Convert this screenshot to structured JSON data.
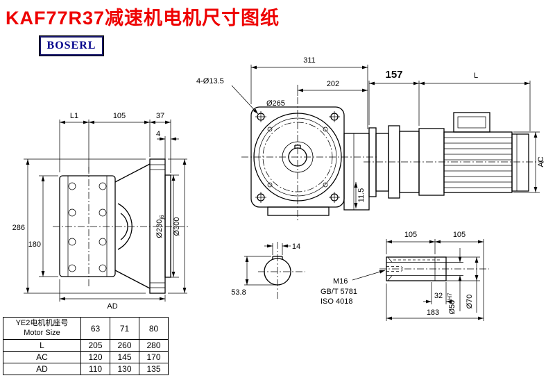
{
  "page": {
    "title": "KAF77R37减速机电机尺寸图纸",
    "logo_text": "BOSERL"
  },
  "side_view": {
    "dim_l1": "L1",
    "dim_105": "105",
    "dim_37": "37",
    "dim_4": "4",
    "dim_286": "286",
    "dim_180": "180",
    "dim_ad": "AD",
    "dim_d230": "Ø230",
    "dim_d230_tol": "j6",
    "dim_d300": "Ø300"
  },
  "front_view": {
    "dim_311": "311",
    "dim_202": "202",
    "dim_holes": "4-Ø13.5",
    "dim_d265": "Ø265",
    "dim_11_5": "11.5"
  },
  "motor_view": {
    "dim_157": "157",
    "dim_l": "L",
    "dim_ac": "AC"
  },
  "shaft_section": {
    "dim_14": "14",
    "dim_53_8": "53.8"
  },
  "shaft_detail": {
    "dim_105a": "105",
    "dim_105b": "105",
    "dim_32": "32",
    "dim_183": "183",
    "dim_d50": "Ø50",
    "dim_d50_tol": "H7",
    "dim_d70": "Ø70",
    "label_m16": "M16",
    "label_gbt": "GB/T 5781",
    "label_iso": "ISO 4018"
  },
  "table": {
    "header_cn": "YE2电机机座号",
    "header_en": "Motor Size",
    "sizes": [
      "63",
      "71",
      "80"
    ],
    "rows": [
      {
        "label": "L",
        "values": [
          "205",
          "260",
          "280"
        ]
      },
      {
        "label": "AC",
        "values": [
          "120",
          "145",
          "170"
        ]
      },
      {
        "label": "AD",
        "values": [
          "110",
          "130",
          "135"
        ]
      }
    ]
  }
}
